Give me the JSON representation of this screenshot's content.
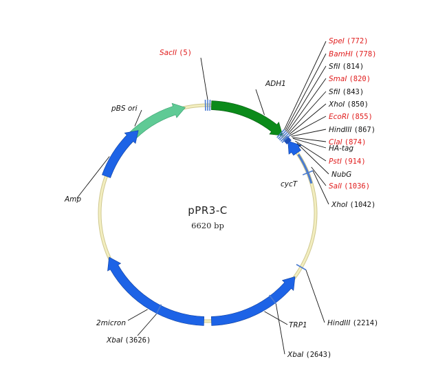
{
  "plasmid": {
    "name": "pPR3-C",
    "size_label": "6620 bp",
    "total_bp": 6620
  },
  "colors": {
    "backbone": "#f3eec0",
    "backbone_edge": "#cfc890",
    "blue_feature": "#1d63e6",
    "green_feature": "#0b8a1a",
    "ori_feature": "#5fca95",
    "unique_site": "#e01b1b",
    "site_text": "#111111",
    "tick": "#4a7bd0"
  },
  "features": [
    {
      "name": "pBS ori",
      "type": "ori"
    },
    {
      "name": "ADH1",
      "type": "promoter"
    },
    {
      "name": "HA-tag",
      "type": "tag"
    },
    {
      "name": "NubG",
      "type": "gene"
    },
    {
      "name": "cycT",
      "type": "terminator"
    },
    {
      "name": "TRP1",
      "type": "gene"
    },
    {
      "name": "2micron",
      "type": "origin"
    },
    {
      "name": "Amp",
      "type": "gene"
    }
  ],
  "sites": [
    {
      "name": "SacII",
      "pos": "(5)",
      "unique": true
    },
    {
      "name": "SpeI",
      "pos": "(772)",
      "unique": true
    },
    {
      "name": "BamHI",
      "pos": "(778)",
      "unique": true
    },
    {
      "name": "SfiI",
      "pos": "(814)",
      "unique": false
    },
    {
      "name": "SmaI",
      "pos": "(820)",
      "unique": true
    },
    {
      "name": "SfiI",
      "pos": "(843)",
      "unique": false
    },
    {
      "name": "XhoI",
      "pos": "(850)",
      "unique": false
    },
    {
      "name": "EcoRI",
      "pos": "(855)",
      "unique": true
    },
    {
      "name": "HindIII",
      "pos": "(867)",
      "unique": false
    },
    {
      "name": "ClaI",
      "pos": "(874)",
      "unique": true
    },
    {
      "name": "PstI",
      "pos": "(914)",
      "unique": true
    },
    {
      "name": "SalI",
      "pos": "(1036)",
      "unique": true
    },
    {
      "name": "XhoI",
      "pos": "(1042)",
      "unique": false
    },
    {
      "name": "HindIII",
      "pos": "(2214)",
      "unique": false
    },
    {
      "name": "XbaI",
      "pos": "(2643)",
      "unique": false
    },
    {
      "name": "XbaI",
      "pos": "(3626)",
      "unique": false
    }
  ]
}
